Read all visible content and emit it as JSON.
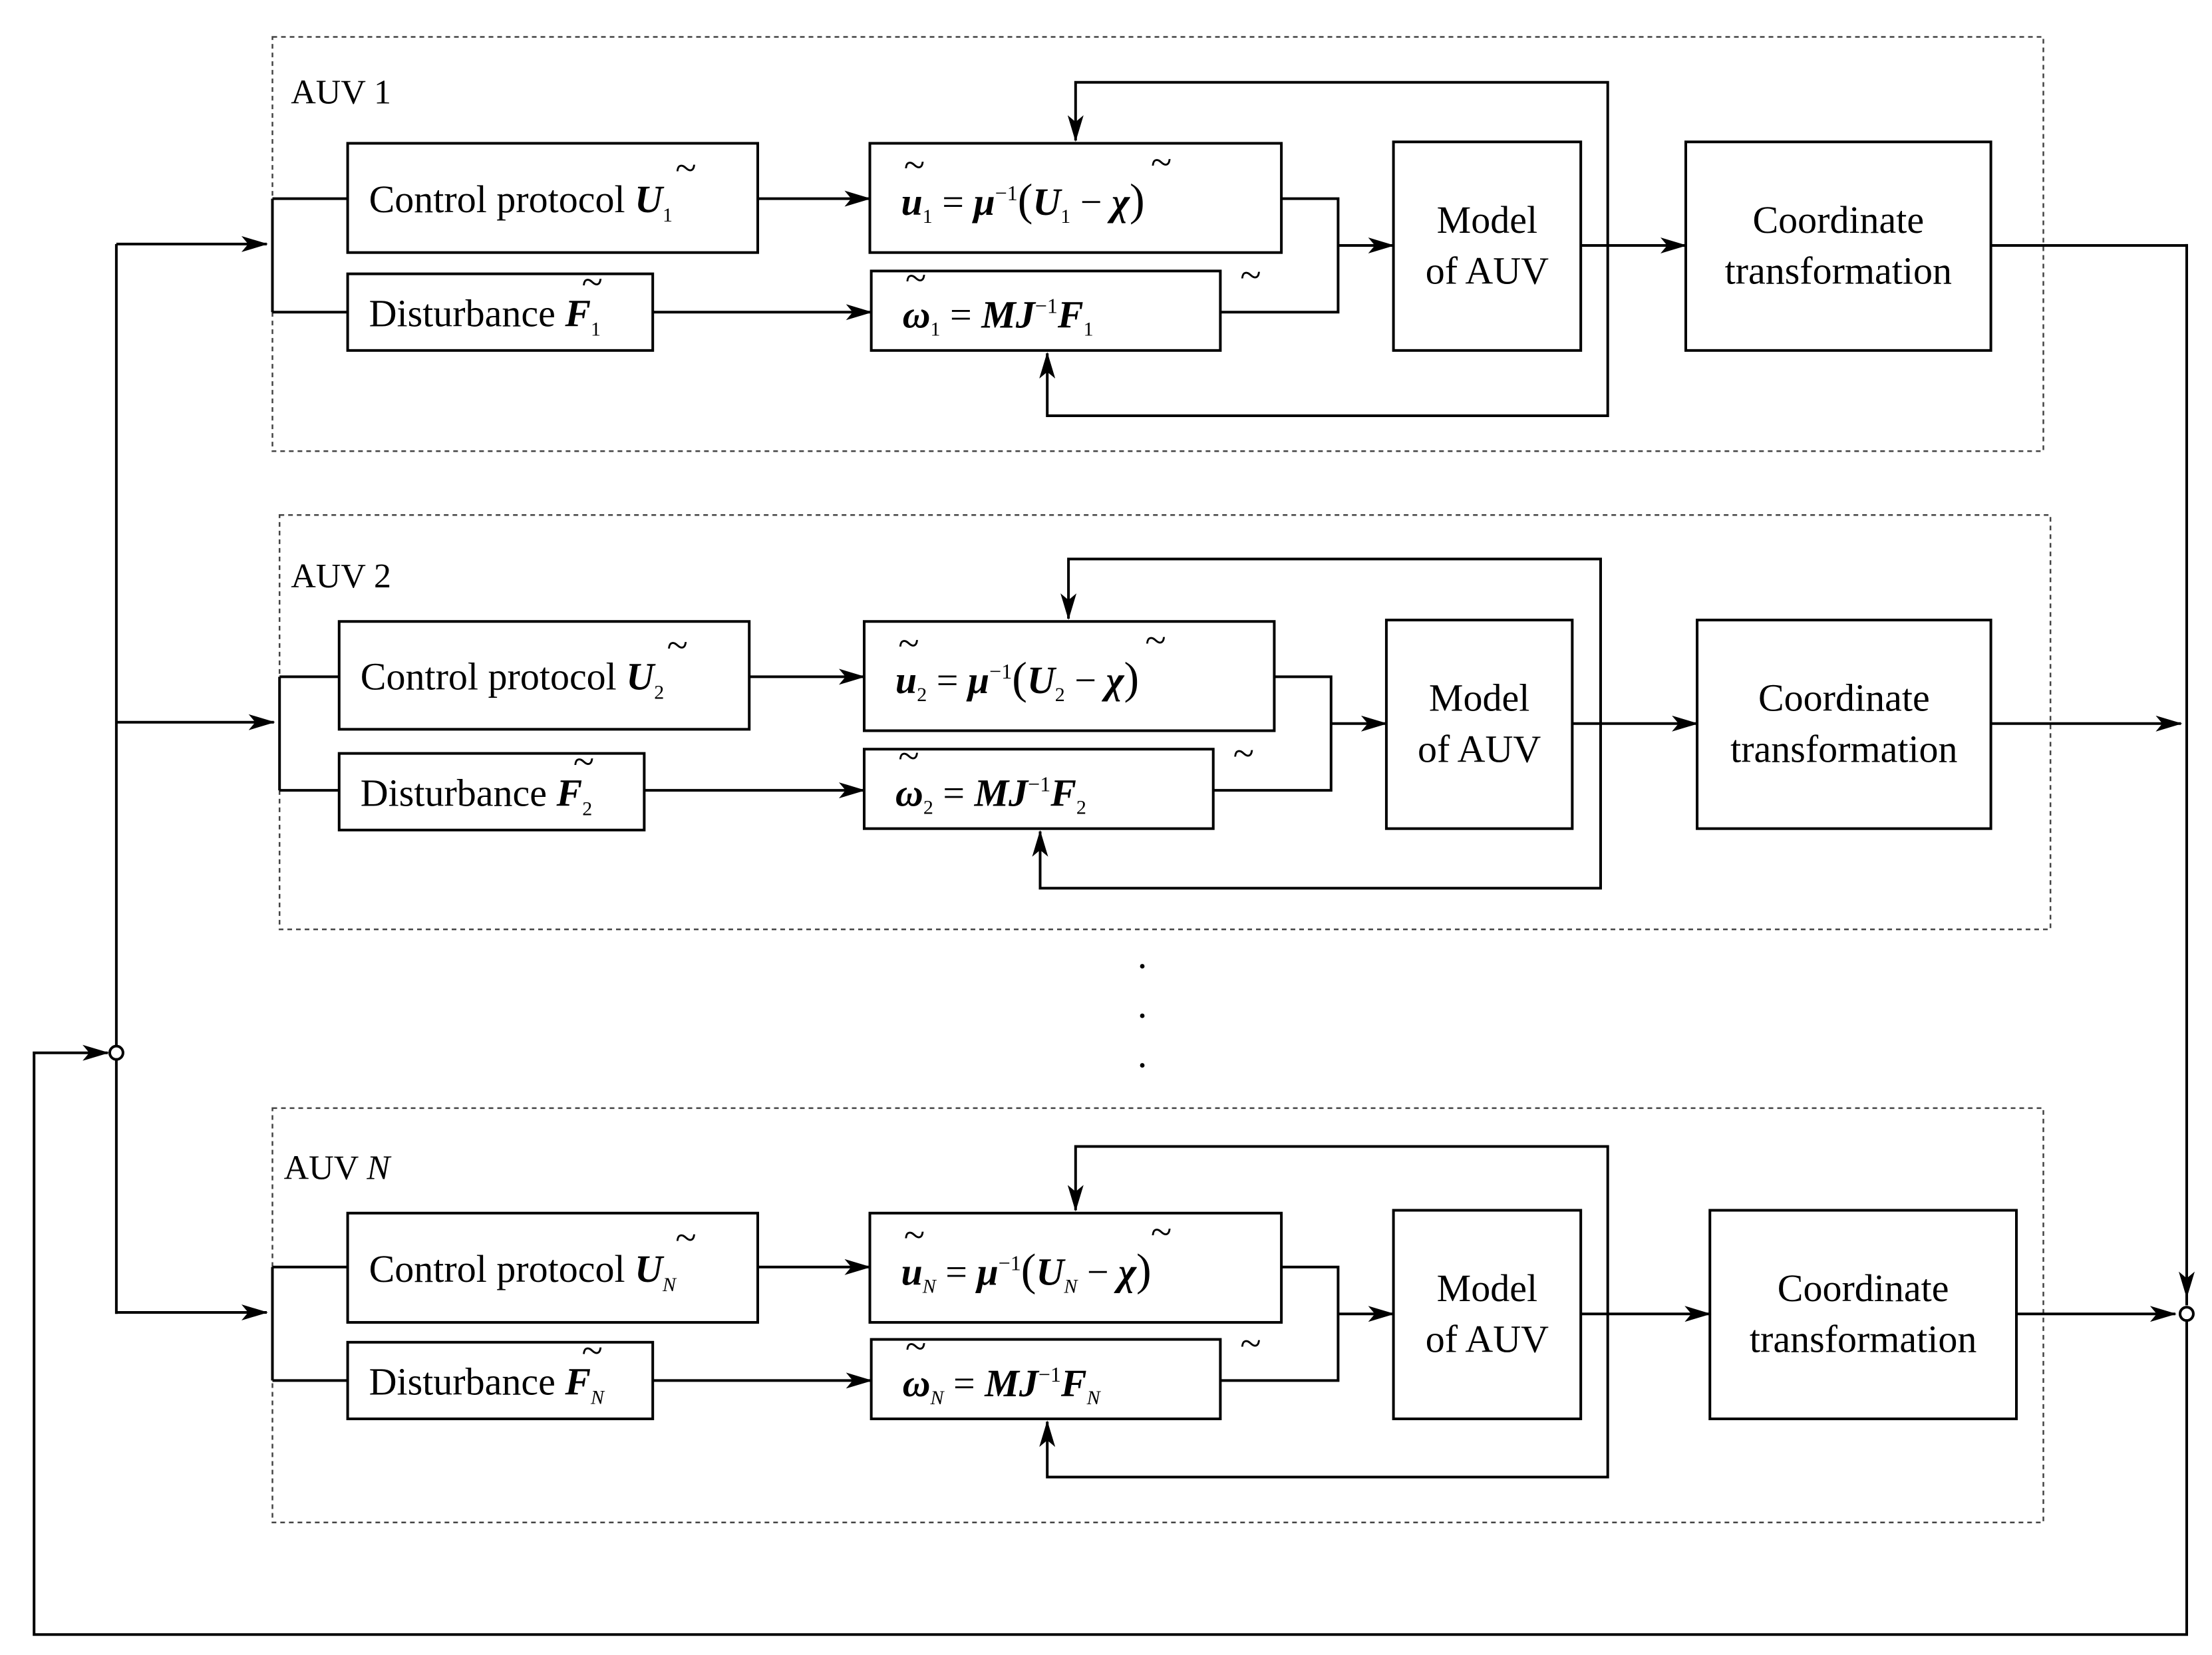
{
  "groups": [
    {
      "title": "AUV 1",
      "title_prefix": "AUV ",
      "title_index": "1",
      "control_label": "Control protocol",
      "control_symbol": "U",
      "control_sub": "1",
      "disturbance_label": "Disturbance",
      "disturbance_symbol": "F",
      "disturbance_sub": "1",
      "u_eq": {
        "lhs": "u",
        "sub": "1",
        "mu": "μ",
        "sup": "−1",
        "U": "U",
        "chi": "χ"
      },
      "w_eq": {
        "lhs": "ω",
        "sub": "1",
        "M": "M",
        "J": "J",
        "sup": "−1",
        "F": "F"
      },
      "model_line1": "Model",
      "model_line2": "of AUV",
      "coord_line1": "Coordinate",
      "coord_line2": "transformation"
    },
    {
      "title": "AUV 2",
      "title_prefix": "AUV ",
      "title_index": "2",
      "control_label": "Control protocol",
      "control_symbol": "U",
      "control_sub": "2",
      "disturbance_label": "Disturbance",
      "disturbance_symbol": "F",
      "disturbance_sub": "2",
      "u_eq": {
        "lhs": "u",
        "sub": "2",
        "mu": "μ",
        "sup": "−1",
        "U": "U",
        "chi": "χ"
      },
      "w_eq": {
        "lhs": "ω",
        "sub": "2",
        "M": "M",
        "J": "J",
        "sup": "−1",
        "F": "F"
      },
      "model_line1": "Model",
      "model_line2": "of AUV",
      "coord_line1": "Coordinate",
      "coord_line2": "transformation"
    },
    {
      "title": "AUV N",
      "title_prefix": "AUV ",
      "title_index": "N",
      "control_label": "Control protocol",
      "control_symbol": "U",
      "control_sub": "N",
      "disturbance_label": "Disturbance",
      "disturbance_symbol": "F",
      "disturbance_sub": "N",
      "u_eq": {
        "lhs": "u",
        "sub": "N",
        "mu": "μ",
        "sup": "−1",
        "U": "U",
        "chi": "χ"
      },
      "w_eq": {
        "lhs": "ω",
        "sub": "N",
        "M": "M",
        "J": "J",
        "sup": "−1",
        "F": "F"
      },
      "model_line1": "Model",
      "model_line2": "of AUV",
      "coord_line1": "Coordinate",
      "coord_line2": "transformation"
    }
  ],
  "ellipsis": "·",
  "symbols": {
    "tilde": "~",
    "equals": "=",
    "minus": "−",
    "lparen": "(",
    "rparen": ")"
  }
}
